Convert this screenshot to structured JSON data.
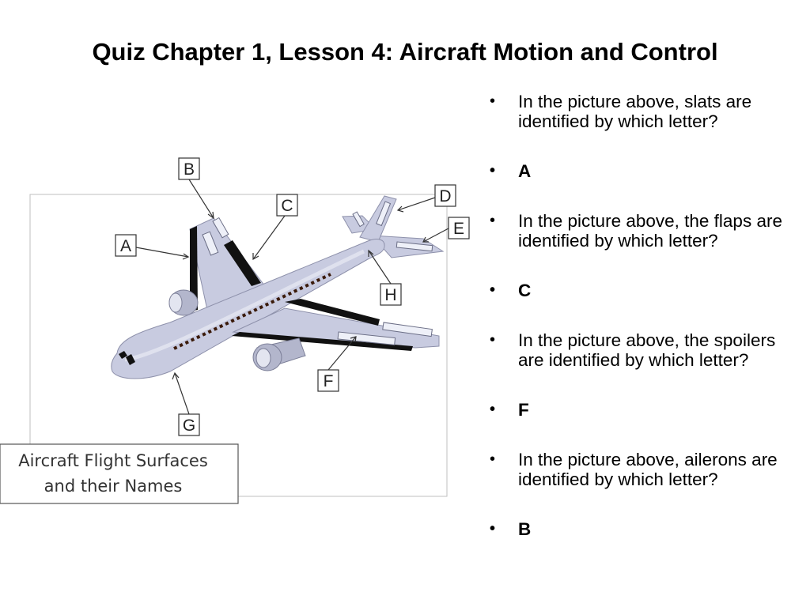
{
  "title": "Quiz Chapter 1, Lesson 4: Aircraft Motion and Control",
  "figure": {
    "caption_line1": "Aircraft Flight Surfaces",
    "caption_line2": "and their Names",
    "labels": [
      "A",
      "B",
      "C",
      "D",
      "E",
      "F",
      "G",
      "H"
    ]
  },
  "bullet_char": "•",
  "bullets": [
    {
      "text": "In the picture above, slats are identified by which letter?"
    },
    {
      "text": "A"
    },
    {
      "text": "In the picture above, the flaps are identified by which letter?"
    },
    {
      "text": "C"
    },
    {
      "text": "In the picture above, the spoilers are identified by which letter?"
    },
    {
      "text": "F"
    },
    {
      "text": "In the picture above, ailerons are identified by which letter?"
    },
    {
      "text": "B"
    }
  ]
}
